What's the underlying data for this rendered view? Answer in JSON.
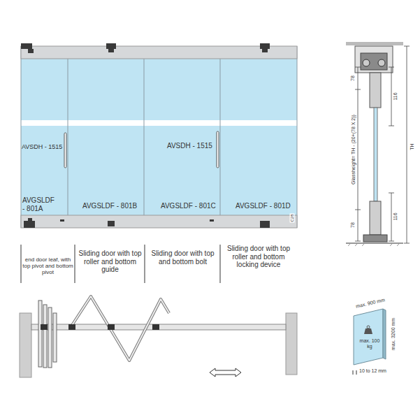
{
  "diagram": {
    "nodes": [
      {
        "text": [
          "AVSDH - 1515",
          "AVGSLDF - 801A"
        ]
      },
      {
        "text": [
          "AVGSLDF - 801B"
        ]
      },
      {
        "text": [
          "AVSDH - 1515",
          "AVGSLDF - 801C"
        ]
      },
      {
        "text": [
          "AVGSLDF - 801D"
        ]
      }
    ],
    "labels": [
      "end door leaf, with top pivot and bottom pivot",
      "Sliding door with top roller and bottom guide",
      "Sliding door with top and bottom bolt",
      "Sliding door with top roller and bottom locking device",
      "78",
      "116",
      "Glassheight= TH - (20+(78 X 2))",
      "TH",
      "78",
      "116",
      "max. 900 mm",
      "max. 3200 mm",
      "max. 100 kg",
      "10 to 12 mm",
      "C28"
    ]
  }
}
